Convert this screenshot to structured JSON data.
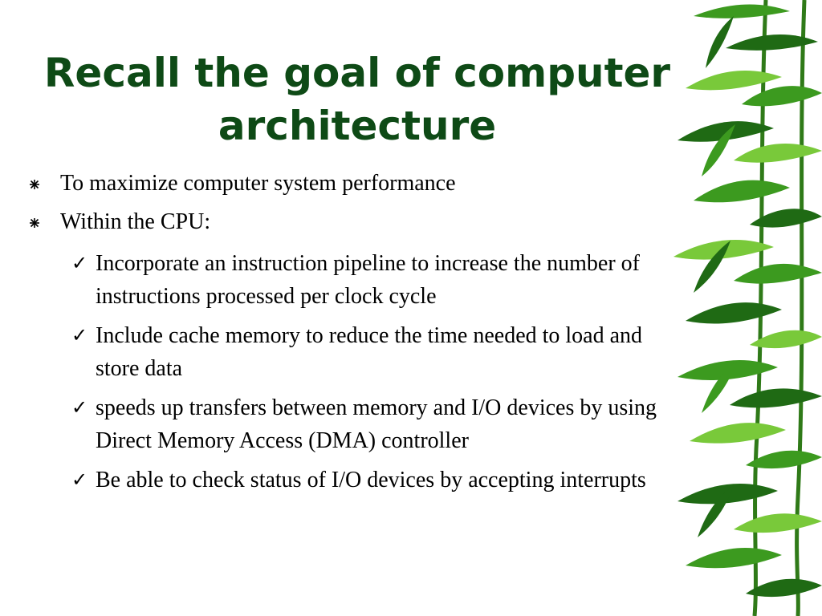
{
  "slide": {
    "title": "Recall the goal of computer architecture",
    "bullets": [
      {
        "text": "To maximize computer system performance"
      },
      {
        "text": "Within the CPU:"
      }
    ],
    "sub_bullets": [
      {
        "text": "Incorporate an instruction pipeline to increase the number of instructions processed per clock cycle"
      },
      {
        "text": "Include cache memory to reduce the time needed to load and store data"
      },
      {
        "text": "speeds up transfers between memory and I/O devices by using Direct Memory Access (DMA) controller"
      },
      {
        "text": "Be able to check status of I/O devices by accepting interrupts"
      }
    ]
  },
  "colors": {
    "title": "#0e4a16",
    "text": "#000000",
    "bamboo_dark": "#1f6a14",
    "bamboo_mid": "#3c9a1f",
    "bamboo_light": "#79c93a"
  }
}
